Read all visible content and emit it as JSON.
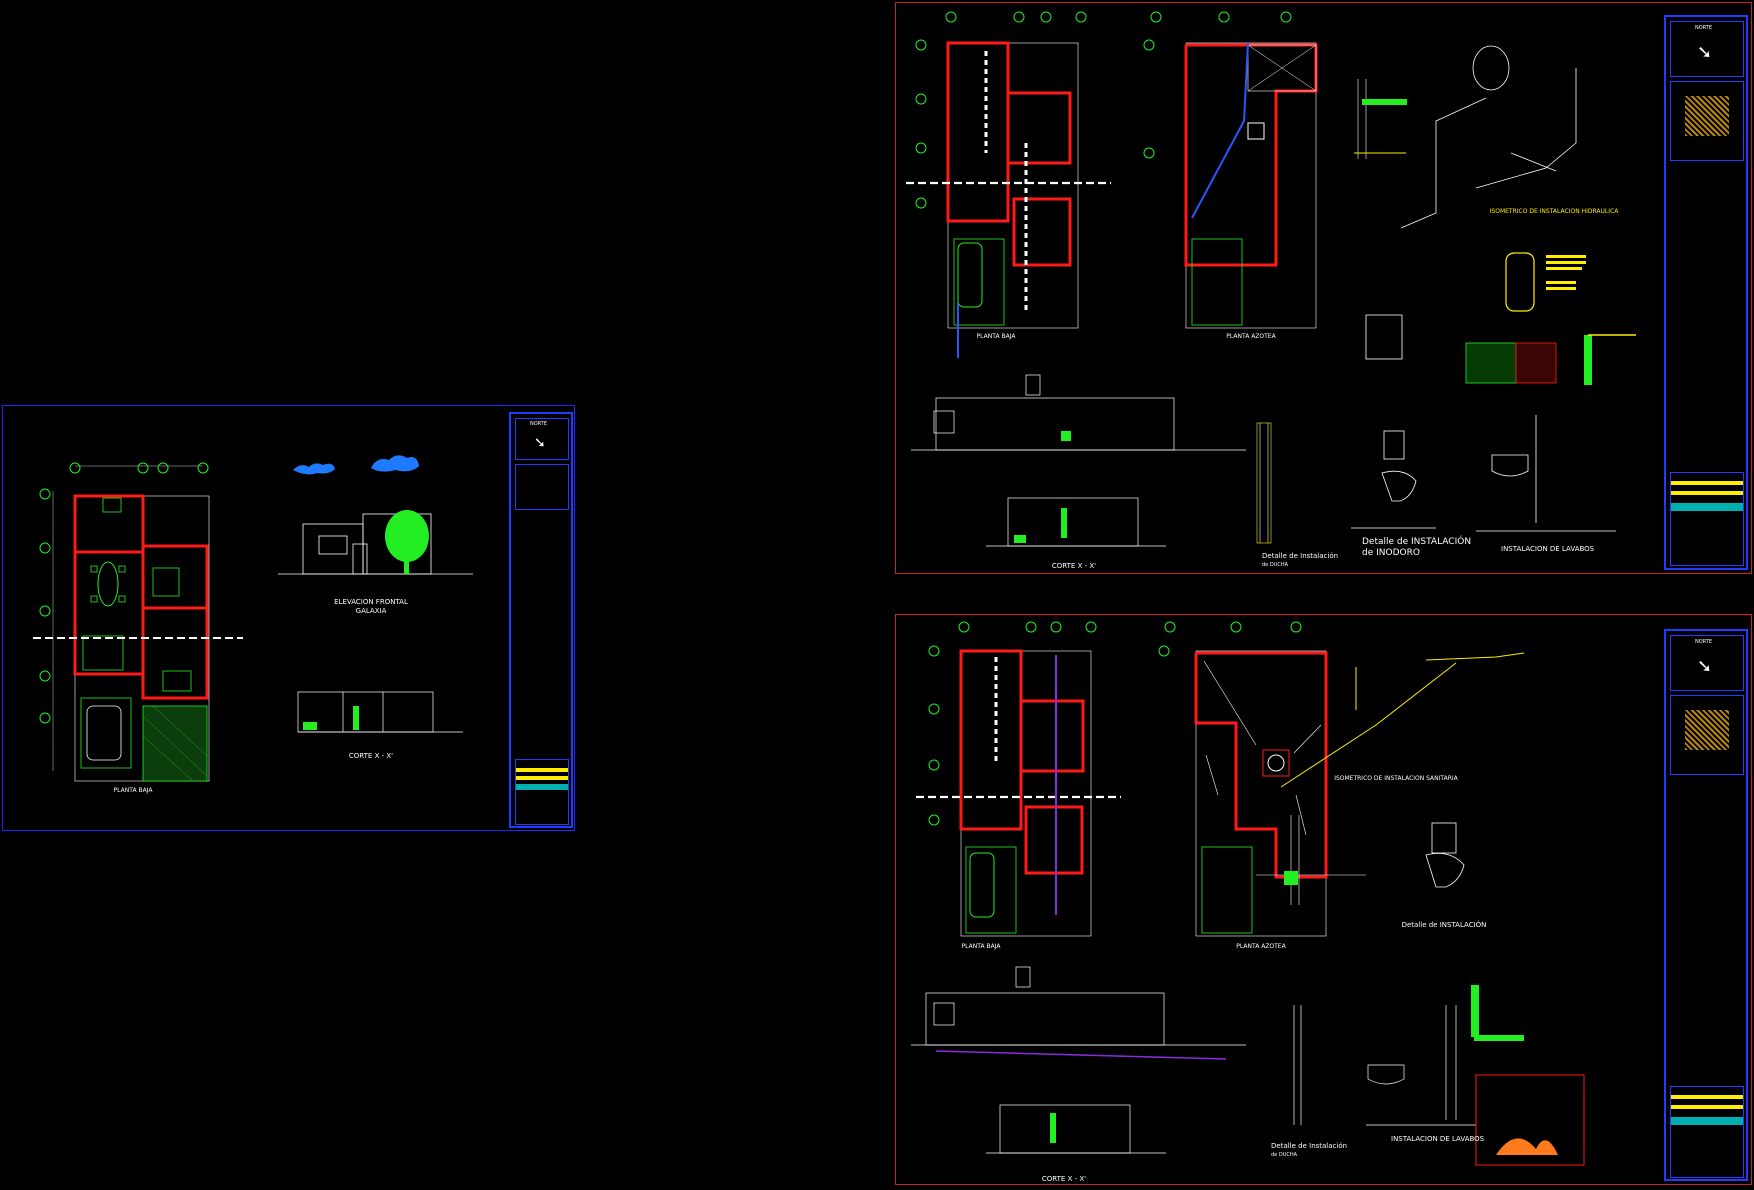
{
  "drawing_labels": {
    "planta_baja": "PLANTA BAJA",
    "planta_azotea": "PLANTA AZOTEA",
    "elevacion_frontal": "ELEVACION FRONTAL",
    "galaxia": "GALAXIA",
    "corte": "CORTE X - X'",
    "isometrico_hidraulica": "ISOMETRICO DE INSTALACION HIDRAULICA",
    "isometrico_sanitaria": "ISOMETRICO DE INSTALACION SANITARIA",
    "detalle_ducha_line1": "Detalle de Instalación",
    "detalle_ducha_line2": "de DUCHA",
    "detalle_inodoro_line1": "Detalle de INSTALACIÓN",
    "detalle_inodoro_line2": "de INODORO",
    "instalacion_lavabos": "INSTALACION DE LAVABOS"
  },
  "title_block": {
    "north_label": "NORTE"
  },
  "colors": {
    "wall_red": "#ff1a1a",
    "sheet_border_red": "#cc2222",
    "titleblock_blue": "#1f3cff",
    "green": "#22ee22",
    "yellow": "#ffee00",
    "cyan": "#00e5ff",
    "white": "#ffffff",
    "cloud_blue": "#1e7bff"
  }
}
